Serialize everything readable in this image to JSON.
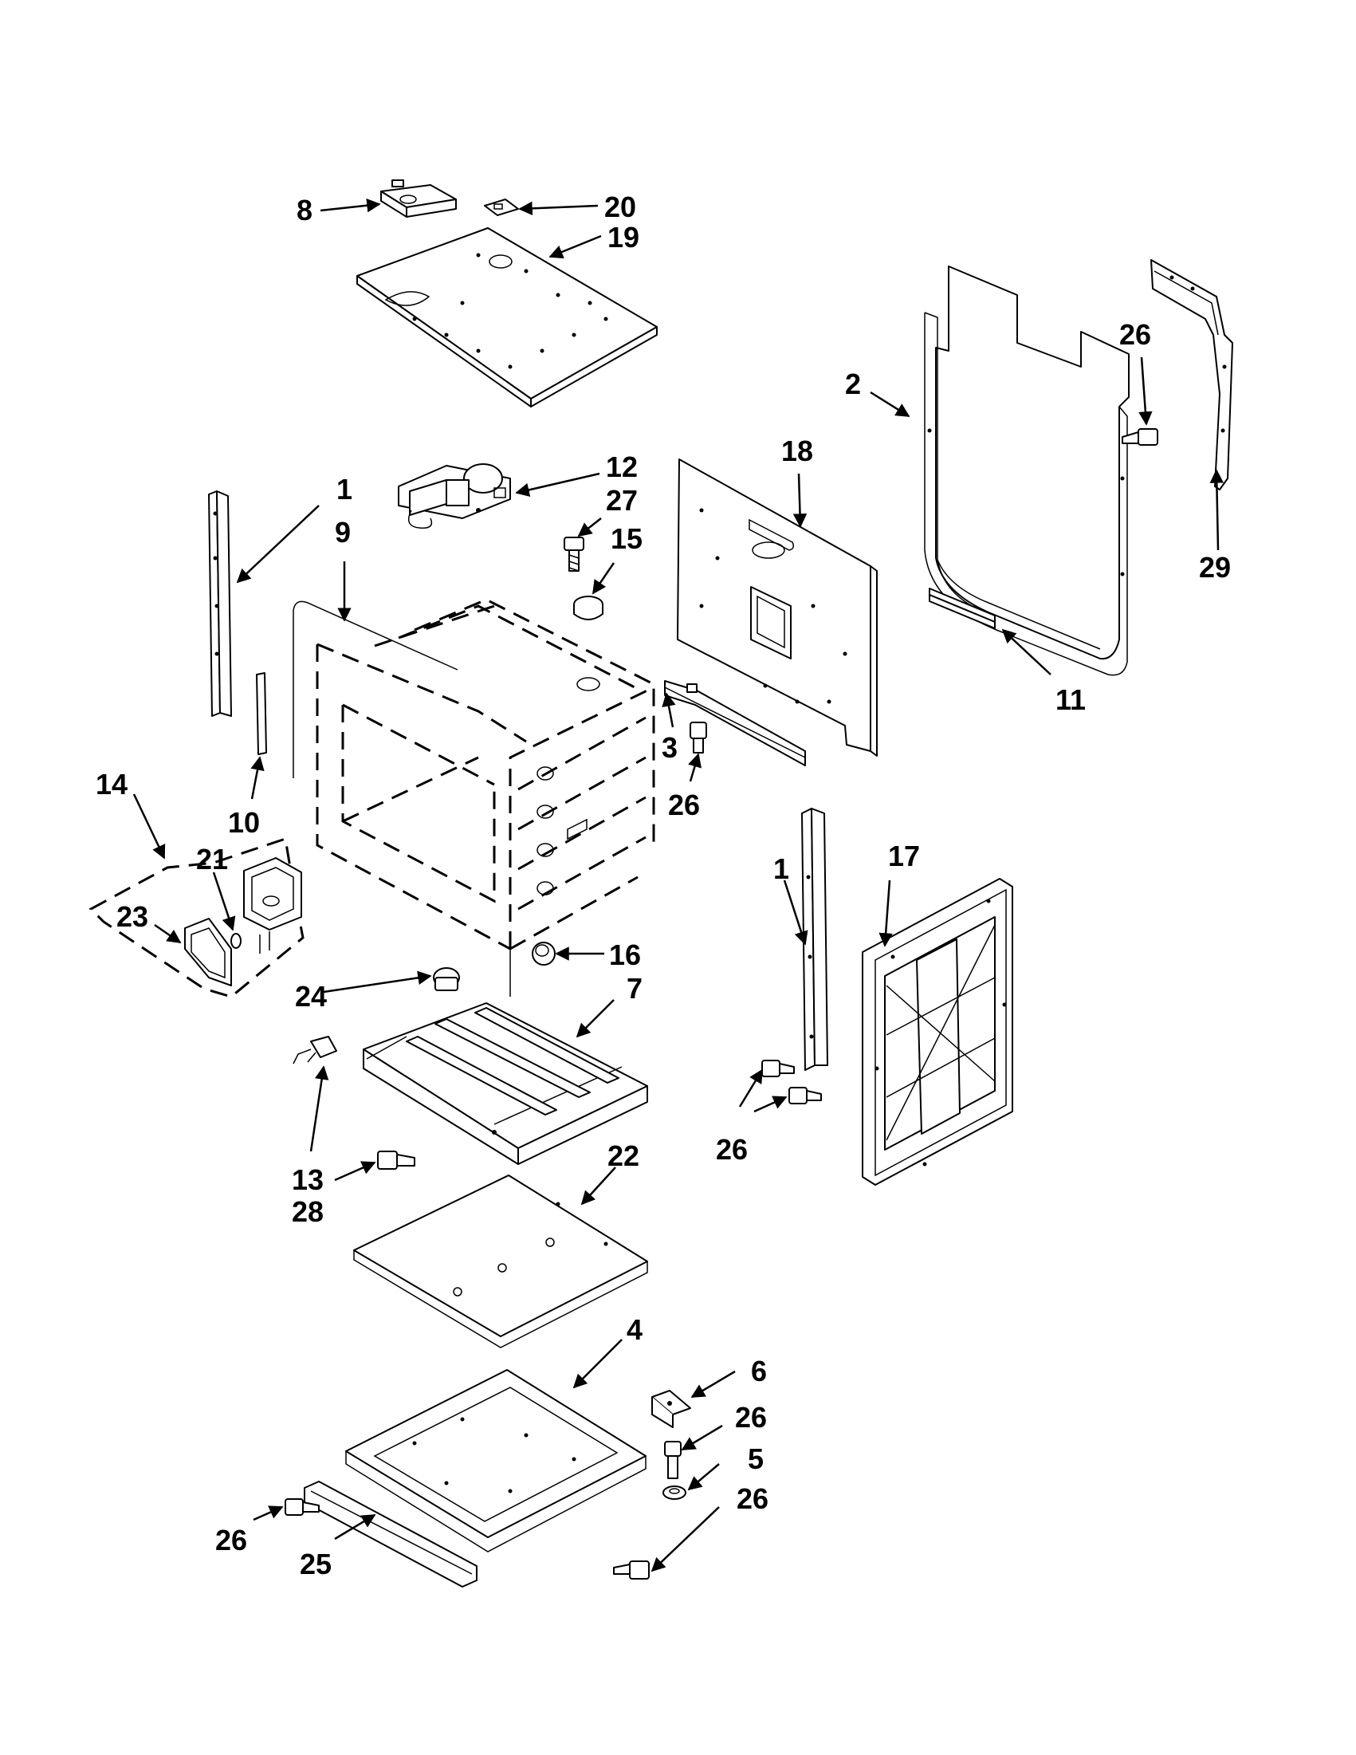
{
  "colors": {
    "line": "#000000",
    "background": "#ffffff"
  },
  "labels": [
    {
      "id": "l8",
      "text": "8"
    },
    {
      "id": "l20",
      "text": "20"
    },
    {
      "id": "l19",
      "text": "19"
    },
    {
      "id": "l2",
      "text": "2"
    },
    {
      "id": "l26a",
      "text": "26"
    },
    {
      "id": "l29",
      "text": "29"
    },
    {
      "id": "l12",
      "text": "12"
    },
    {
      "id": "l27",
      "text": "27"
    },
    {
      "id": "l15",
      "text": "15"
    },
    {
      "id": "l18",
      "text": "18"
    },
    {
      "id": "l1a",
      "text": "1"
    },
    {
      "id": "l9",
      "text": "9"
    },
    {
      "id": "l11",
      "text": "11"
    },
    {
      "id": "l3",
      "text": "3"
    },
    {
      "id": "l26b",
      "text": "26"
    },
    {
      "id": "l10",
      "text": "10"
    },
    {
      "id": "l14",
      "text": "14"
    },
    {
      "id": "l21",
      "text": "21"
    },
    {
      "id": "l23",
      "text": "23"
    },
    {
      "id": "l16",
      "text": "16"
    },
    {
      "id": "l1b",
      "text": "1"
    },
    {
      "id": "l17",
      "text": "17"
    },
    {
      "id": "l24",
      "text": "24"
    },
    {
      "id": "l7",
      "text": "7"
    },
    {
      "id": "l26c",
      "text": "26"
    },
    {
      "id": "l13",
      "text": "13"
    },
    {
      "id": "l28",
      "text": "28"
    },
    {
      "id": "l22",
      "text": "22"
    },
    {
      "id": "l4",
      "text": "4"
    },
    {
      "id": "l6",
      "text": "6"
    },
    {
      "id": "l26d",
      "text": "26"
    },
    {
      "id": "l5",
      "text": "5"
    },
    {
      "id": "l26e",
      "text": "26"
    },
    {
      "id": "l26f",
      "text": "26"
    },
    {
      "id": "l25",
      "text": "25"
    }
  ]
}
